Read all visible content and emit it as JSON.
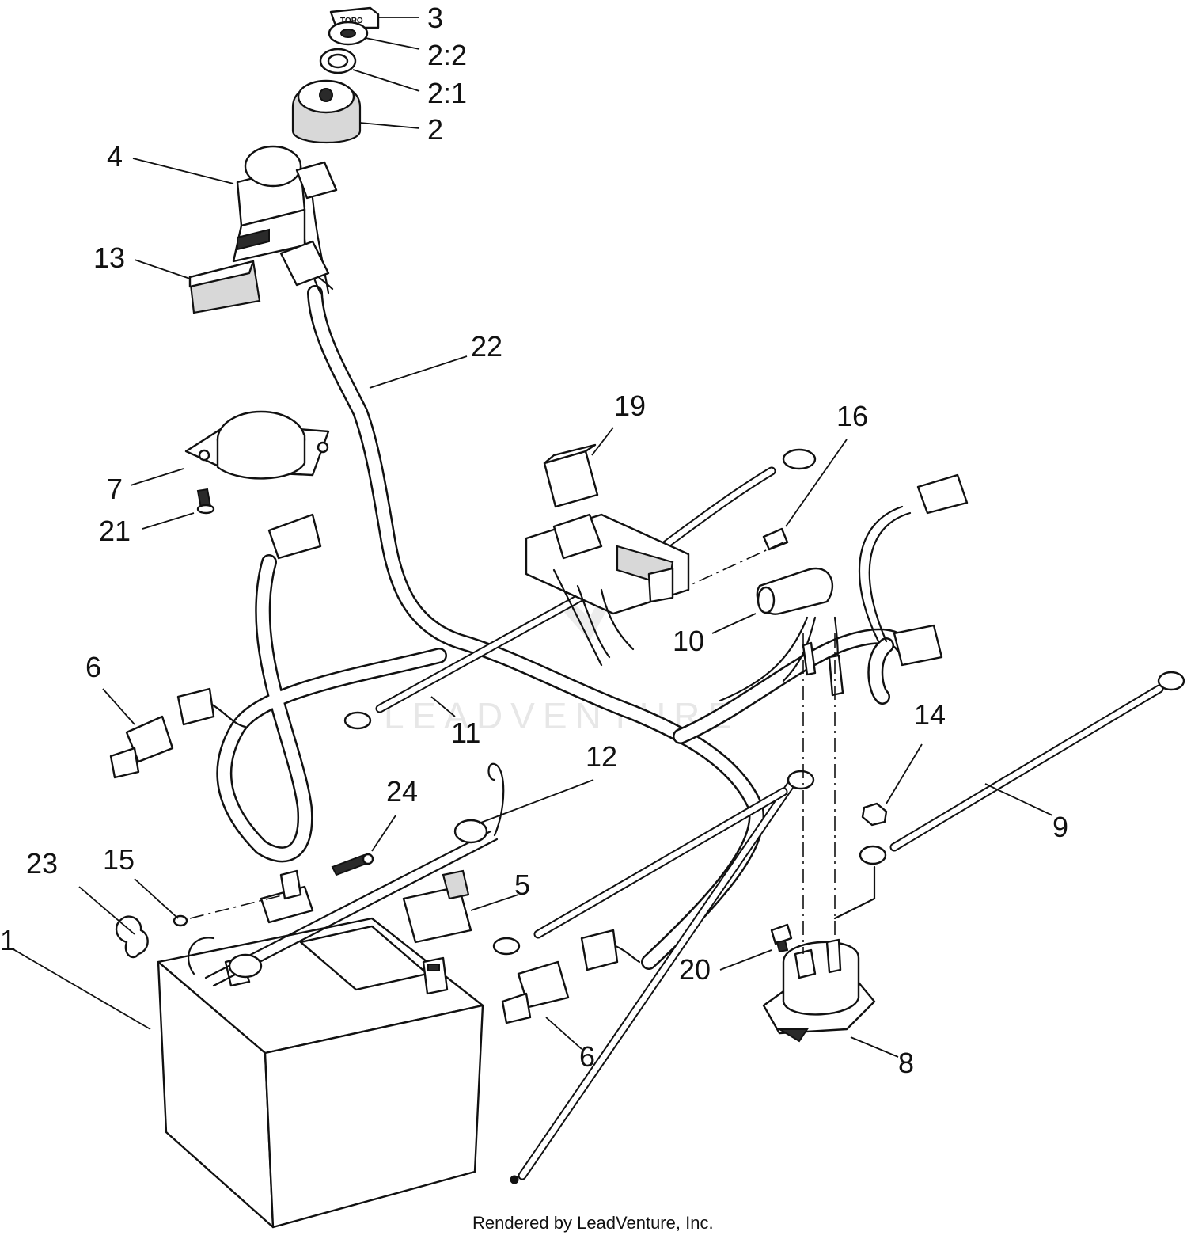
{
  "diagram": {
    "callouts": {
      "c1": "1",
      "c2": "2",
      "c2_1": "2:1",
      "c2_2": "2:2",
      "c3": "3",
      "c4": "4",
      "c5": "5",
      "c6a": "6",
      "c6b": "6",
      "c7": "7",
      "c8": "8",
      "c9": "9",
      "c10": "10",
      "c11": "11",
      "c12": "12",
      "c13": "13",
      "c14": "14",
      "c15": "15",
      "c16": "16",
      "c19": "19",
      "c20": "20",
      "c21": "21",
      "c22": "22",
      "c23": "23",
      "c24": "24"
    },
    "key_tag_text": "TORO",
    "watermark": "LEADVENTURE",
    "footer": "Rendered by LeadVenture, Inc."
  }
}
